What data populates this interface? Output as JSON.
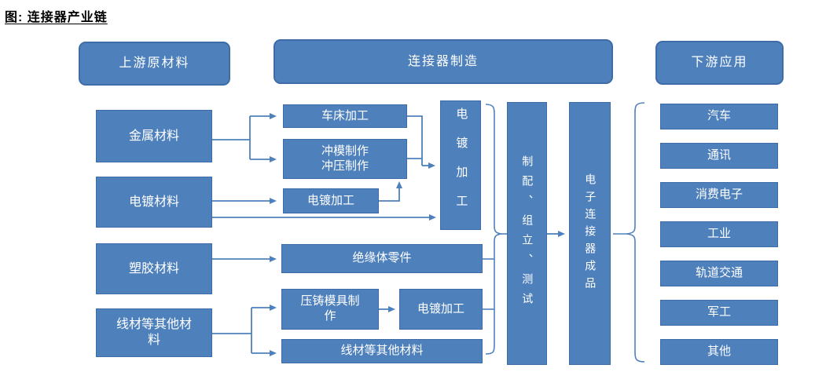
{
  "title": "图: 连接器产业链",
  "colors": {
    "box_fill": "#4E80BC",
    "box_border": "#3D6CA8",
    "line_color": "#4E80BC",
    "text_color": "#FFFFFF",
    "title_color": "#000000",
    "background": "#FFFFFF"
  },
  "headers": {
    "upstream": "上游原材料",
    "manufacturing": "连接器制造",
    "downstream": "下游应用"
  },
  "upstream": {
    "items": [
      "金属材料",
      "电镀材料",
      "塑胶材料",
      "线材等其他材料"
    ]
  },
  "manufacturing": {
    "lathe": "车床加工",
    "stamping": "冲模制作\n冲压制作",
    "plating_inline": "电镀加工",
    "plating_main": "电镀加工",
    "insulator": "绝缘体零件",
    "die_cast_mold": "压铸模具制作",
    "plating_secondary": "电镀加工",
    "wire_materials": "线材等其他材料",
    "assembly": "制配、组立、测试",
    "finished_product": "电子连接器成品"
  },
  "downstream": {
    "items": [
      "汽车",
      "通讯",
      "消费电子",
      "工业",
      "轨道交通",
      "军工",
      "其他"
    ]
  }
}
